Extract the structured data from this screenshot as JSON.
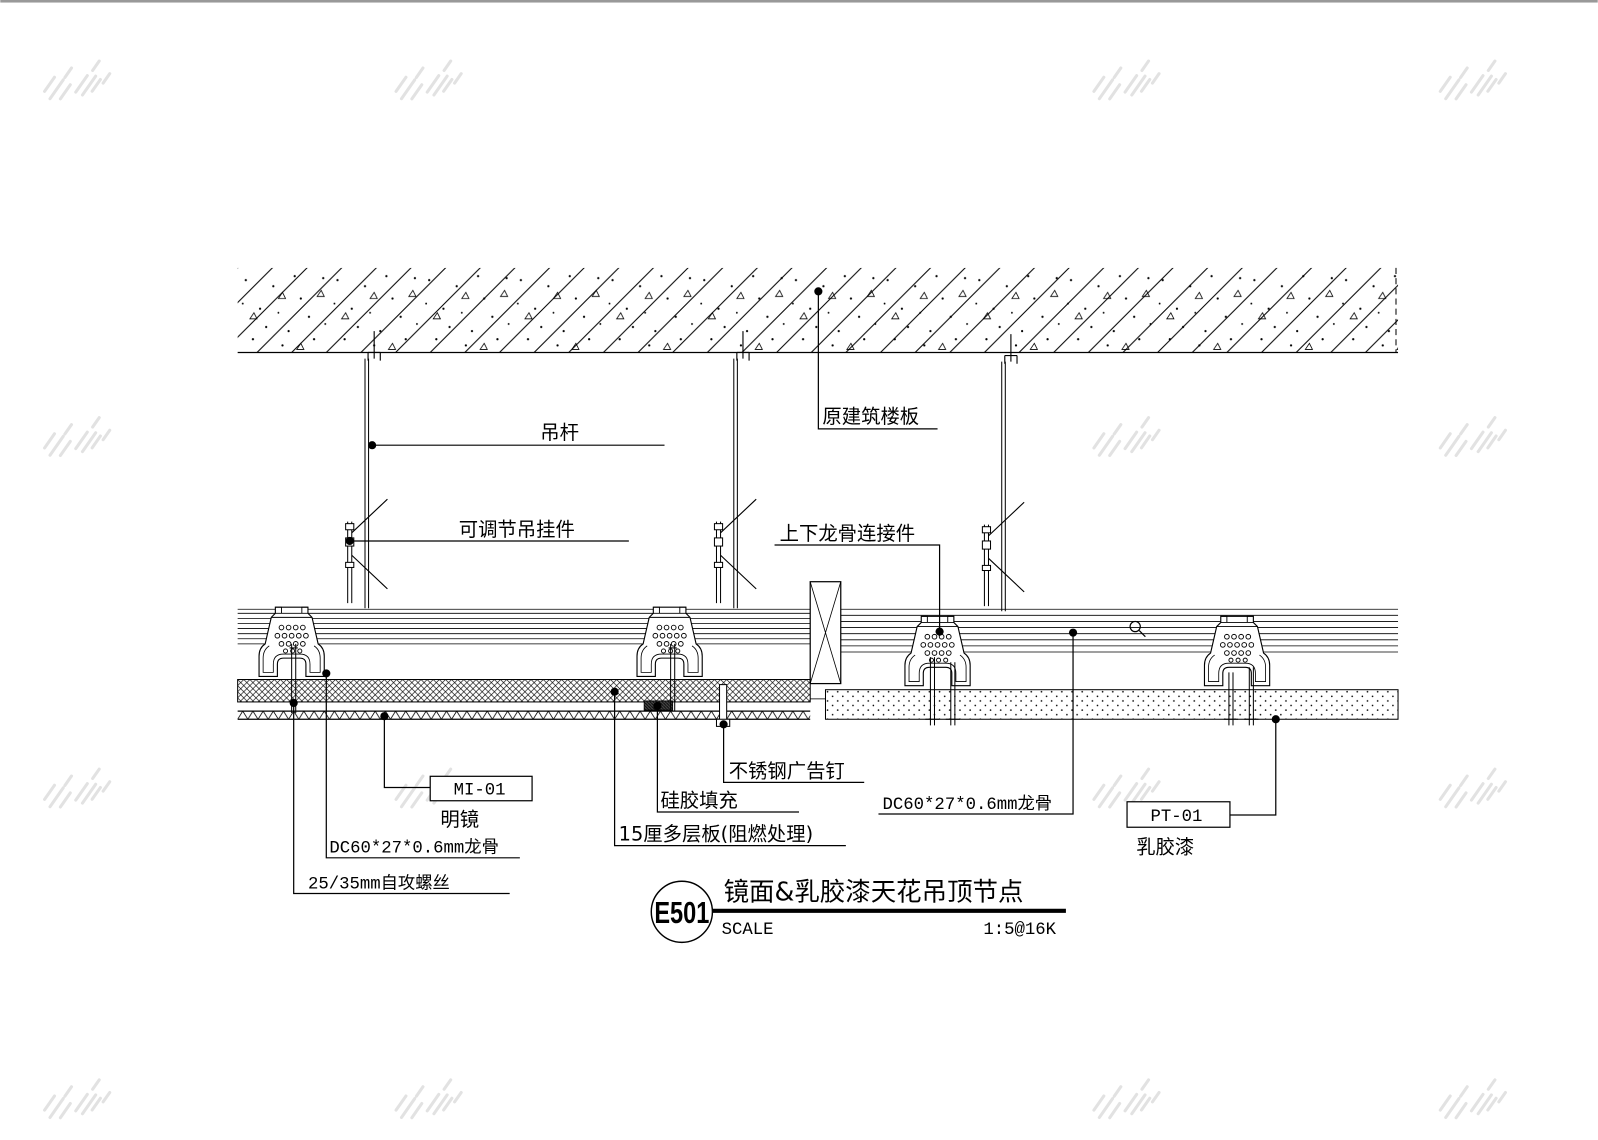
{
  "title_block": {
    "code": "E501",
    "title": "镜面&乳胶漆天花吊顶节点",
    "scale_label": "SCALE",
    "scale_value": "1:5@16K"
  },
  "labels": {
    "hanger_rod": "吊杆",
    "adjustable_hanger": "可调节吊挂件",
    "floor_slab": "原建筑楼板",
    "connector": "上下龙骨连接件",
    "ad_nail": "不锈钢广告钉",
    "silicone": "硅胶填充",
    "plywood": "15厘多层板(阻燃处理)",
    "mirror_code": "MI-01",
    "mirror_name": "明镜",
    "keel_left": "DC60*27*0.6mm龙骨",
    "keel_right": "DC60*27*0.6mm龙骨",
    "screw": "25/35mm自攻螺丝",
    "paint_code": "PT-01",
    "paint_name": "乳胶漆"
  },
  "icons": {
    "cursor": "magnifier-icon",
    "watermark": "watermark-logo"
  },
  "colors": {
    "line": "#000000",
    "background": "#ffffff",
    "watermark": "#e2e2e2",
    "frame": "#999999"
  }
}
